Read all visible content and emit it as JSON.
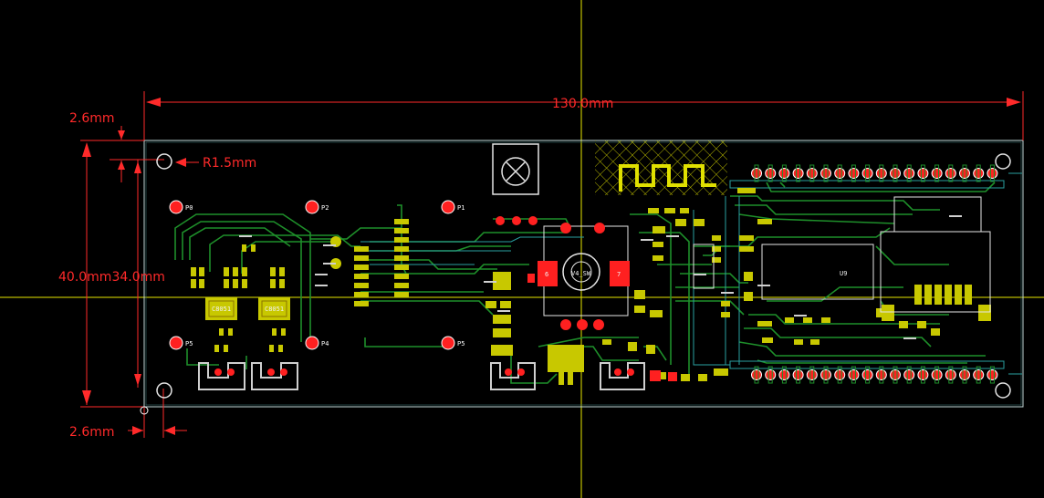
{
  "dimensions": {
    "width_label": "130.0mm",
    "height_label": "40.0mm34.0mm",
    "top_offset": "2.6mm",
    "bottom_offset": "2.6mm",
    "hole_radius": "R1.5mm"
  },
  "pads": {
    "p0": "P0",
    "p1": "P1",
    "p2": "P2",
    "p4": "P4",
    "p5a": "P5",
    "p5b": "P5"
  },
  "chips": {
    "u1": "C8051",
    "u2": "C8051",
    "u9": "U9",
    "q6": "6",
    "q7": "7",
    "center": "V4_SW"
  },
  "colors": {
    "background": "#000000",
    "board_outline": "#bfd9d9",
    "trace_green": "#1e8f2a",
    "trace_yellow": "#c8c800",
    "pad_red": "#ff2020",
    "dimension_red": "#ff2a2a",
    "crosshair": "#e6e600"
  }
}
